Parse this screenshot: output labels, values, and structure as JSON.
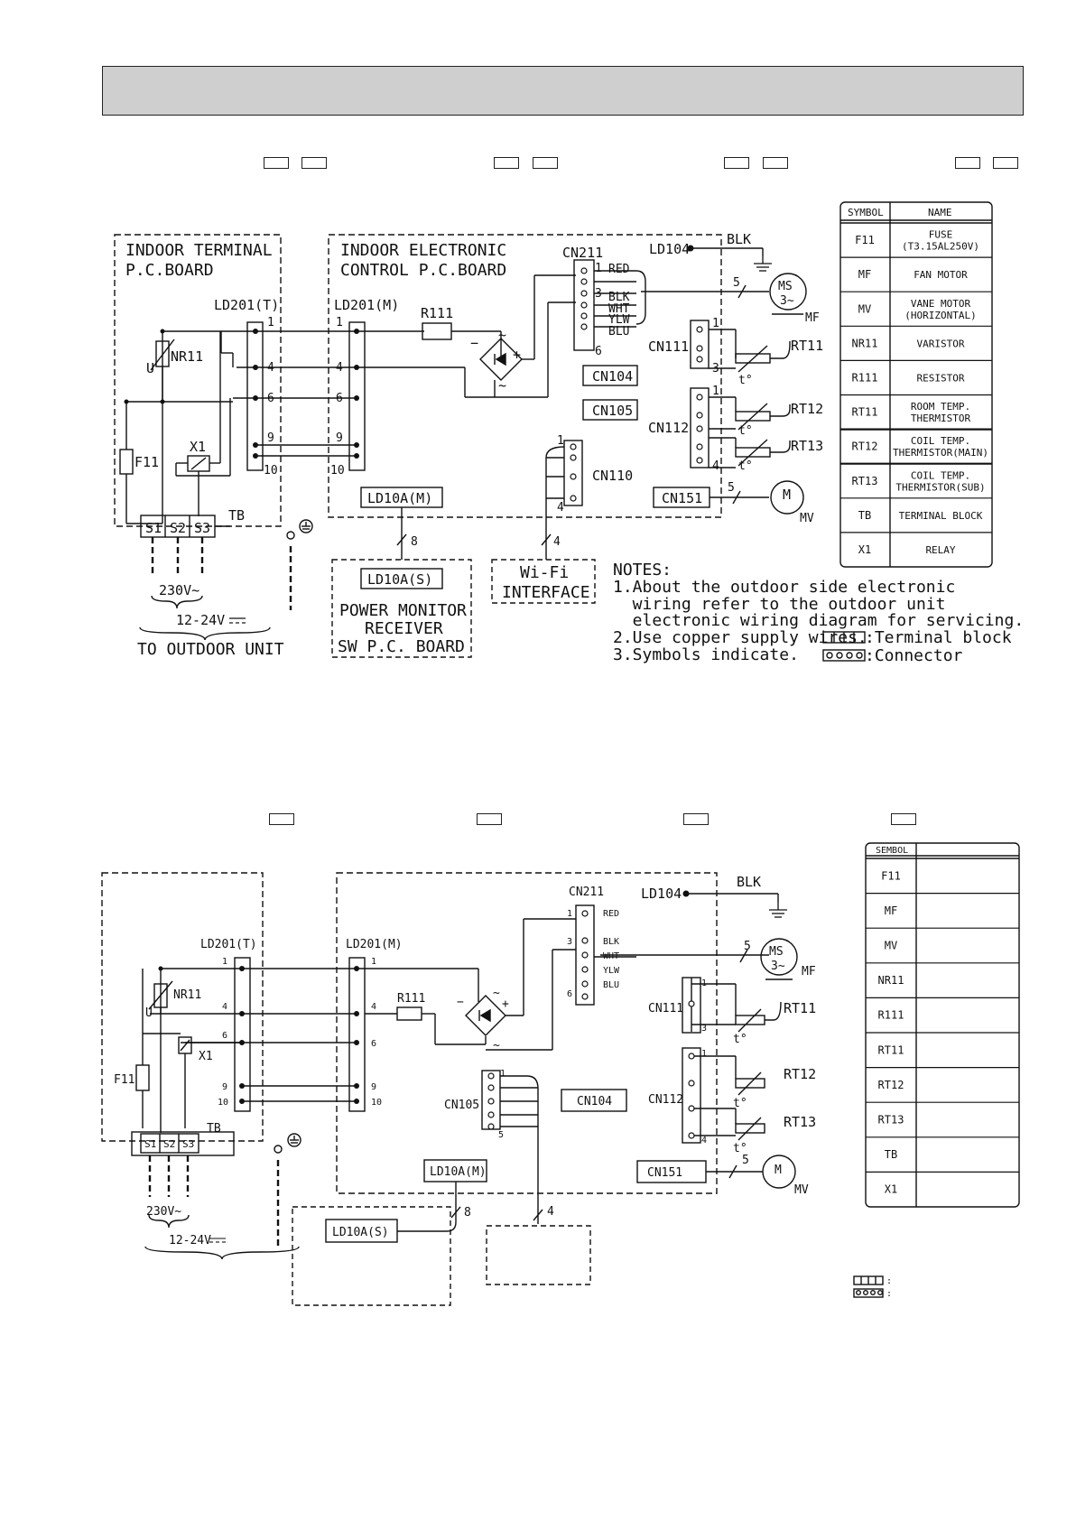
{
  "top": {
    "indoor_terminal_board": [
      "INDOOR TERMINAL",
      "P.C.BOARD"
    ],
    "indoor_electronic_board": [
      "INDOOR ELECTRONIC",
      "CONTROL P.C.BOARD"
    ],
    "ld201t": "LD201(T)",
    "ld201m": "LD201(M)",
    "r111": "R111",
    "nr11": "NR11",
    "u": "U",
    "x1": "X1",
    "f11": "F11",
    "tb": "TB",
    "s1": "S1",
    "s2": "S2",
    "s3": "S3",
    "cn211": "CN211",
    "cn104": "CN104",
    "cn105": "CN105",
    "cn110": "CN110",
    "cn111": "CN111",
    "cn112": "CN112",
    "cn151": "CN151",
    "ld104": "LD104",
    "blk": "BLK",
    "ms": "MS",
    "ms_phase": "3~",
    "mf": "MF",
    "m": "M",
    "mv": "MV",
    "rt11": "RT11",
    "rt12": "RT12",
    "rt13": "RT13",
    "t_sym": "t°",
    "wire_colors": [
      "RED",
      "BLK",
      "WHT",
      "YLW",
      "BLU"
    ],
    "pin_1": "1",
    "pin_3": "3",
    "pin_4": "4",
    "pin_5": "5",
    "pin_6": "6",
    "pin_8": "8",
    "pin_9": "9",
    "pin_10": "10",
    "ld10am": "LD10A(M)",
    "ld10as": "LD10A(S)",
    "power_monitor": [
      "POWER MONITOR",
      "RECEIVER",
      "SW P.C. BOARD"
    ],
    "wifi": [
      "Wi-Fi",
      "INTERFACE"
    ],
    "v230": "230V~",
    "v1224": "12-24V",
    "to_outdoor": "TO OUTDOOR UNIT",
    "notes": [
      "NOTES:",
      "1.About the outdoor side electronic",
      "  wiring refer to the outdoor unit",
      "  electronic wiring diagram for servicing.",
      "2.Use copper supply wires.",
      "3.Symbols indicate."
    ],
    "terminal_block": ":Terminal block",
    "connector": ":Connector",
    "table_header": [
      "SYMBOL",
      "NAME"
    ],
    "table_rows": [
      {
        "symbol": "F11",
        "name": [
          "FUSE",
          "(T3.15AL250V)"
        ]
      },
      {
        "symbol": "MF",
        "name": [
          "FAN MOTOR"
        ]
      },
      {
        "symbol": "MV",
        "name": [
          "VANE MOTOR",
          "(HORIZONTAL)"
        ]
      },
      {
        "symbol": "NR11",
        "name": [
          "VARISTOR"
        ]
      },
      {
        "symbol": "R111",
        "name": [
          "RESISTOR"
        ]
      },
      {
        "symbol": "RT11",
        "name": [
          "ROOM TEMP.",
          "THERMISTOR"
        ]
      },
      {
        "symbol": "RT12",
        "name": [
          "COIL TEMP.",
          "THERMISTOR(MAIN)"
        ]
      },
      {
        "symbol": "RT13",
        "name": [
          "COIL TEMP.",
          "THERMISTOR(SUB)"
        ]
      },
      {
        "symbol": "TB",
        "name": [
          "TERMINAL BLOCK"
        ]
      },
      {
        "symbol": "X1",
        "name": [
          "RELAY"
        ]
      }
    ]
  },
  "bottom": {
    "table_header": "SEMBOL",
    "symbols": [
      "F11",
      "MF",
      "MV",
      "NR11",
      "R111",
      "RT11",
      "RT12",
      "RT13",
      "TB",
      "X1"
    ]
  }
}
